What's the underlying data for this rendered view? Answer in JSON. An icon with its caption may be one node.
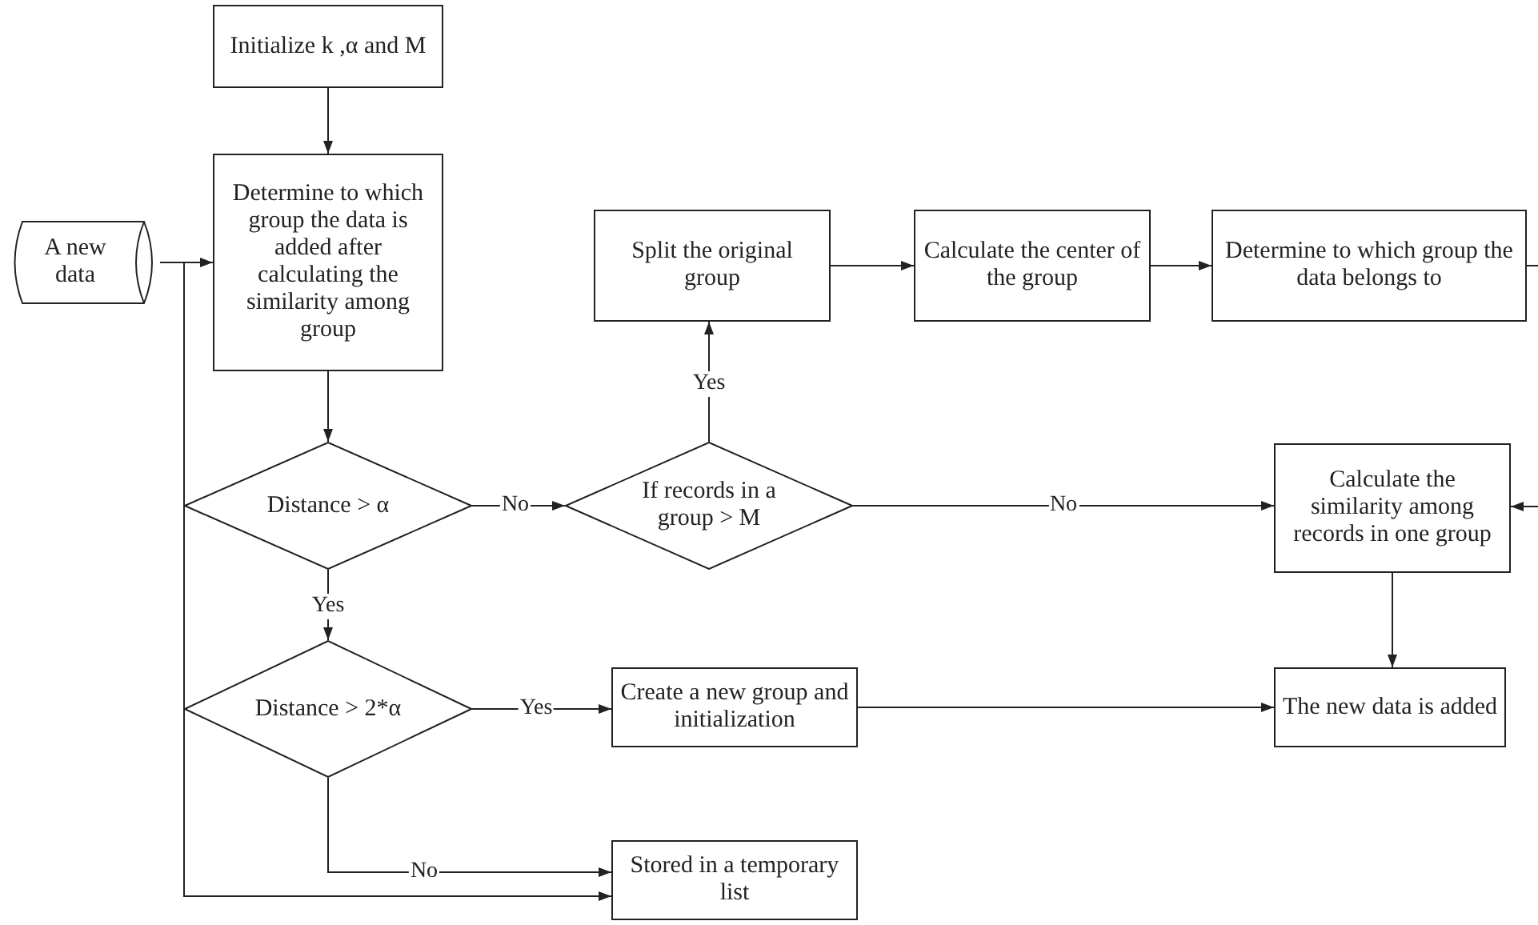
{
  "diagram": {
    "nodes": [
      {
        "text": [
          "Initialize k ,α and M"
        ]
      },
      {
        "text": [
          "Determine to which group the data is added after calculating the similarity among group"
        ]
      },
      {
        "text": [
          "A new data"
        ]
      },
      {
        "text": [
          "Distance > α"
        ]
      },
      {
        "text": [
          "If records in a group > M"
        ]
      },
      {
        "text": [
          "Split the original group"
        ]
      },
      {
        "text": [
          "Calculate the center of the group"
        ]
      },
      {
        "text": [
          "Determine to which group the data belongs to"
        ]
      },
      {
        "text": [
          "Calculate the similarity among records in one group"
        ]
      },
      {
        "text": [
          "Distance > 2*α"
        ]
      },
      {
        "text": [
          "Create a new group and initialization"
        ]
      },
      {
        "text": [
          "The new data is added"
        ]
      },
      {
        "text": [
          "Stored in a temporary list"
        ]
      }
    ],
    "edges": [
      {
        "from": 0,
        "to": 1,
        "arrow": "to"
      },
      {
        "from": 2,
        "to": 1,
        "arrow": "to"
      },
      {
        "from": 2,
        "to": 12,
        "arrow": "to"
      },
      {
        "from": 1,
        "to": 3,
        "arrow": "to"
      },
      {
        "from": 3,
        "to": 4,
        "arrow": "to",
        "label": "No"
      },
      {
        "from": 4,
        "to": 5,
        "arrow": "to",
        "label": "Yes"
      },
      {
        "from": 5,
        "to": 6,
        "arrow": "to"
      },
      {
        "from": 6,
        "to": 7,
        "arrow": "to"
      },
      {
        "from": 7,
        "to": 8,
        "arrow": "to"
      },
      {
        "from": 4,
        "to": 8,
        "arrow": "to",
        "label": "No"
      },
      {
        "from": 8,
        "to": 11,
        "arrow": "to"
      },
      {
        "from": 3,
        "to": 9,
        "arrow": "to",
        "label": "Yes"
      },
      {
        "from": 9,
        "to": 10,
        "arrow": "to",
        "label": "Yes"
      },
      {
        "from": 10,
        "to": 11,
        "arrow": "to"
      },
      {
        "from": 9,
        "to": 12,
        "arrow": "to",
        "label": "No"
      }
    ]
  }
}
